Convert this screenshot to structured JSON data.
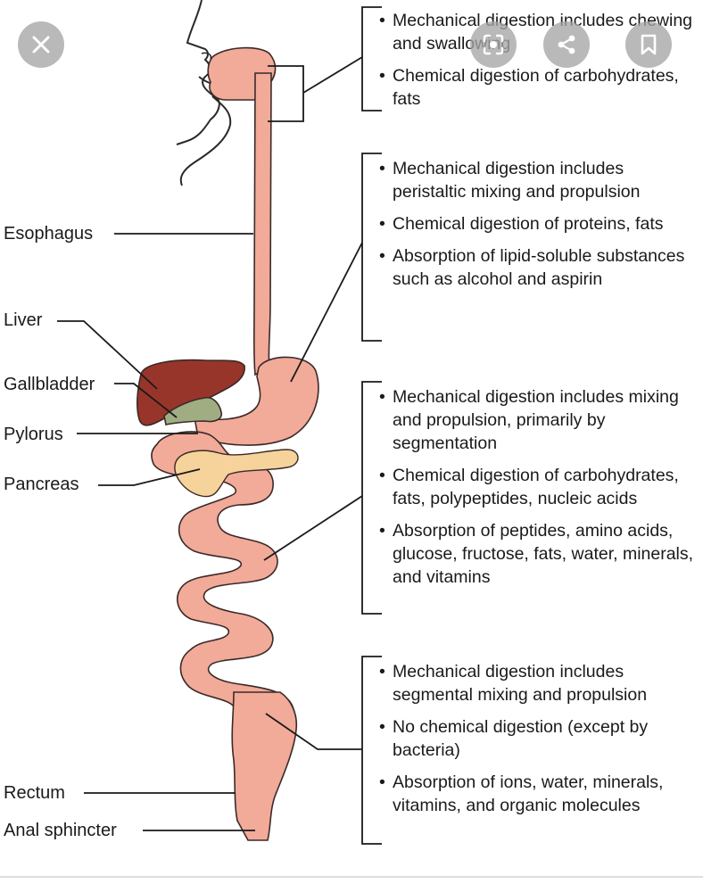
{
  "colors": {
    "organ": "#f2aa99",
    "organ_stroke": "#3a2a28",
    "liver": "#98352a",
    "gallbladder": "#a0ad82",
    "pancreas": "#f6d39a",
    "line": "#1a1a1a"
  },
  "controls": {
    "close_icon": "close-icon",
    "lens_icon": "lens-icon",
    "share_icon": "share-icon",
    "bookmark_icon": "bookmark-icon"
  },
  "labels": {
    "esophagus": "Esophagus",
    "liver": "Liver",
    "gallbladder": "Gallbladder",
    "pylorus": "Pylorus",
    "pancreas": "Pancreas",
    "rectum": "Rectum",
    "anal_sphincter": "Anal sphincter"
  },
  "boxes": [
    {
      "bullets": [
        "Mechanical digestion includes chewing and swallowing",
        "Chemical digestion of carbohydrates, fats"
      ]
    },
    {
      "bullets": [
        "Mechanical digestion includes peristaltic mixing and propulsion",
        "Chemical digestion of proteins, fats",
        "Absorption of lipid-soluble substances such as alcohol and aspirin"
      ]
    },
    {
      "bullets": [
        "Mechanical digestion includes mixing and propulsion, primarily by segmentation",
        "Chemical digestion of carbohydrates, fats, polypeptides, nucleic acids",
        "Absorption of peptides, amino acids, glucose, fructose, fats, water, minerals, and vitamins"
      ]
    },
    {
      "bullets": [
        "Mechanical digestion includes segmental mixing and propulsion",
        "No chemical digestion (except by bacteria)",
        "Absorption of ions, water, minerals, vitamins, and organic molecules"
      ]
    }
  ]
}
